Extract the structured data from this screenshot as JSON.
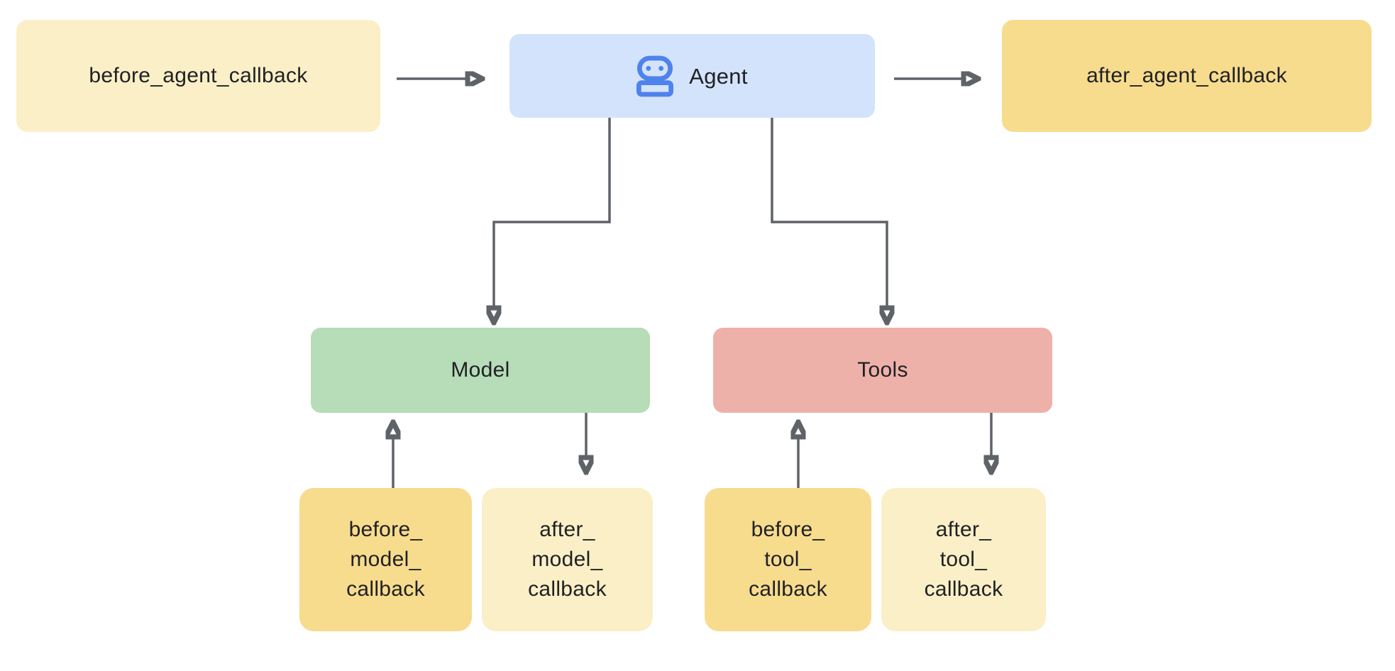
{
  "diagram": {
    "title": "agent-callbacks-flow",
    "background": "#ffffff"
  },
  "colors": {
    "agent_blue": "#d3e3fc",
    "icon_blue": "#4f83ec",
    "light_yellow": "#faefc6",
    "dark_yellow": "#f7dc8e",
    "model_green": "#b6dcb8",
    "tools_salmon": "#eeb1a9",
    "arrow_gray": "#5f6368",
    "text_dark": "#202124"
  },
  "nodes": {
    "before_agent": {
      "label": "before_agent_callback",
      "fill": "#faefc6"
    },
    "agent": {
      "label": "Agent",
      "fill": "#d3e3fc",
      "icon": "robot-icon"
    },
    "after_agent": {
      "label": "after_agent_callback",
      "fill": "#f7dc8e"
    },
    "model": {
      "label": "Model",
      "fill": "#b6dcb8"
    },
    "tools": {
      "label": "Tools",
      "fill": "#eeb1a9"
    },
    "before_model": {
      "label": "before_\nmodel_\ncallback",
      "fill": "#f7dc8e"
    },
    "after_model": {
      "label": "after_\nmodel_\ncallback",
      "fill": "#faefc6"
    },
    "before_tool": {
      "label": "before_\ntool_\ncallback",
      "fill": "#f7dc8e"
    },
    "after_tool": {
      "label": "after_\ntool_\ncallback",
      "fill": "#faefc6"
    }
  },
  "edges": [
    {
      "id": "before-agent-to-agent",
      "from": "before_agent",
      "to": "agent"
    },
    {
      "id": "agent-to-after-agent",
      "from": "agent",
      "to": "after_agent"
    },
    {
      "id": "agent-to-model",
      "from": "agent",
      "to": "model"
    },
    {
      "id": "agent-to-tools",
      "from": "agent",
      "to": "tools"
    },
    {
      "id": "before-model-to-model",
      "from": "before_model",
      "to": "model"
    },
    {
      "id": "model-to-after-model",
      "from": "model",
      "to": "after_model"
    },
    {
      "id": "before-tool-to-tools",
      "from": "before_tool",
      "to": "tools"
    },
    {
      "id": "tools-to-after-tool",
      "from": "tools",
      "to": "after_tool"
    }
  ]
}
